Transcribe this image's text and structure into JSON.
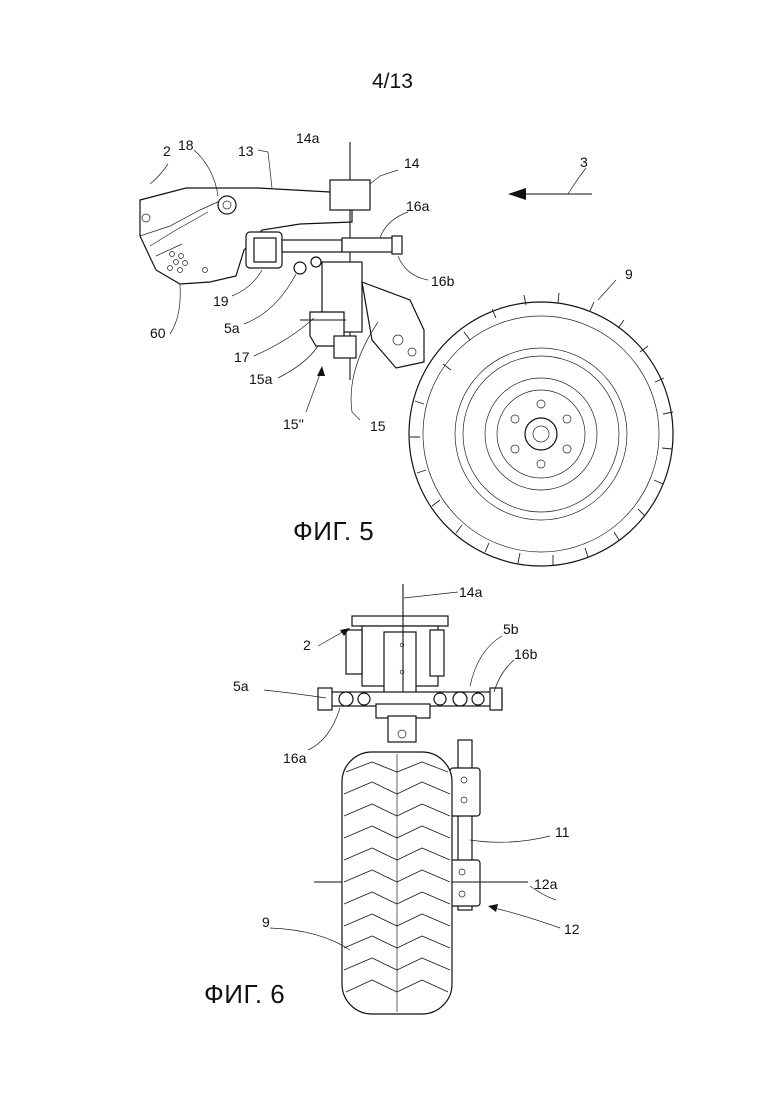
{
  "page": {
    "number": "4/13"
  },
  "figures": [
    {
      "caption": "ФИГ. 5",
      "labels": {
        "l2": "2",
        "l18": "18",
        "l13": "13",
        "l14a": "14a",
        "l14": "14",
        "l3": "3",
        "l16a": "16a",
        "l16b": "16b",
        "l9": "9",
        "l19": "19",
        "l5a": "5a",
        "l60": "60",
        "l17": "17",
        "l15a": "15a",
        "l15pp": "15''",
        "l15": "15"
      }
    },
    {
      "caption": "ФИГ. 6",
      "labels": {
        "l14a": "14a",
        "l2": "2",
        "l5b": "5b",
        "l16b": "16b",
        "l5a": "5a",
        "l16a": "16a",
        "l11": "11",
        "l12a": "12a",
        "l12": "12",
        "l9": "9"
      }
    }
  ]
}
